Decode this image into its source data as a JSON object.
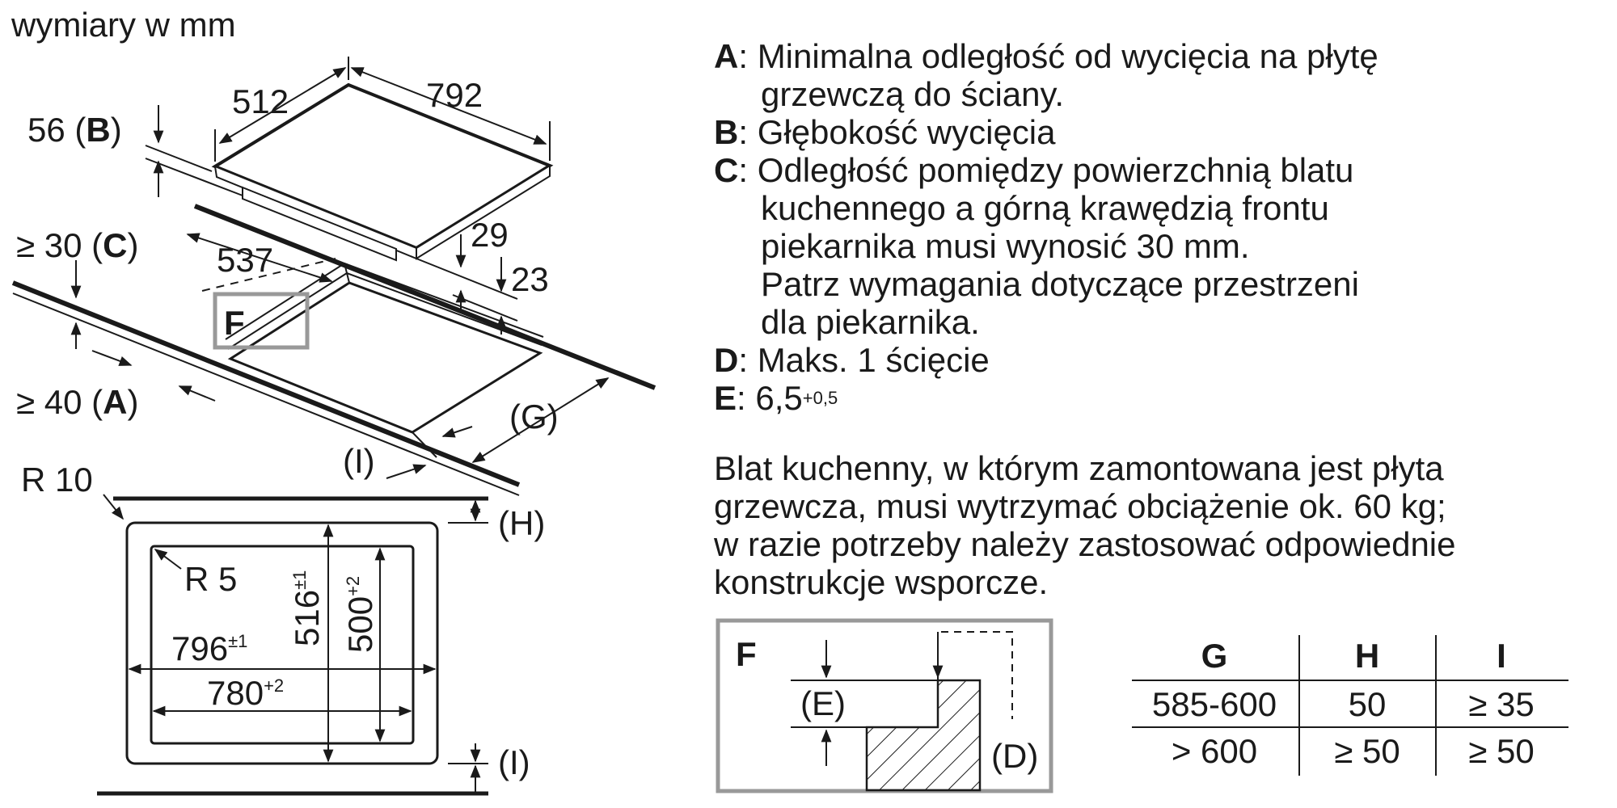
{
  "units_label": "wymiary w mm",
  "legend": [
    {
      "key": "A",
      "lines": [
        "Minimalna odległość od wycięcia na płytę",
        "grzewczą do ściany."
      ]
    },
    {
      "key": "B",
      "lines": [
        "Głębokość wycięcia"
      ]
    },
    {
      "key": "C",
      "lines": [
        "Odległość pomiędzy powierzchnią blatu",
        "kuchennego a górną krawędzią frontu",
        "piekarnika musi wynosić 30 mm.",
        "Patrz wymagania dotyczące przestrzeni",
        "dla piekarnika."
      ]
    },
    {
      "key": "D",
      "lines": [
        "Maks. 1 ścięcie"
      ]
    },
    {
      "key": "E",
      "lines": [
        "6,5"
      ],
      "superscript": "+0,5"
    }
  ],
  "note": [
    "Blat kuchenny, w którym zamontowana jest płyta",
    "grzewcza, musi wytrzymać obciążenie ok. 60 kg;",
    "w razie potrzeby należy zastosować odpowiednie",
    "konstrukcje wsporcze."
  ],
  "top_view": {
    "dim_width": "792",
    "dim_depth": "512",
    "dim_b_value": "56 (",
    "dim_b_key": "B",
    "dim_c_value": "≥ 30 (",
    "dim_c_key": "C",
    "dim_a_value": "≥ 40 (",
    "dim_a_key": "A",
    "dim_cutout_depth": "537",
    "dim_29": "29",
    "dim_23": "23",
    "label_f": "F",
    "label_g": "(G)",
    "label_i": "(I)",
    "close_paren": ")"
  },
  "plan_view": {
    "r10": "R 10",
    "r5": "R 5",
    "w_outer": "796",
    "w_outer_tol": "±1",
    "w_inner": "780",
    "w_inner_tol": "+2",
    "h_outer": "516",
    "h_outer_tol": "±1",
    "h_inner": "500",
    "h_inner_tol": "+2",
    "label_h": "(H)",
    "label_i": "(I)"
  },
  "detail_f": {
    "label_f": "F",
    "label_e": "(E)",
    "label_d": "(D)"
  },
  "table": {
    "headers": [
      "G",
      "H",
      "I"
    ],
    "rows": [
      [
        "585-600",
        "50",
        "≥ 35"
      ],
      [
        "> 600",
        "≥ 50",
        "≥ 50"
      ]
    ]
  }
}
